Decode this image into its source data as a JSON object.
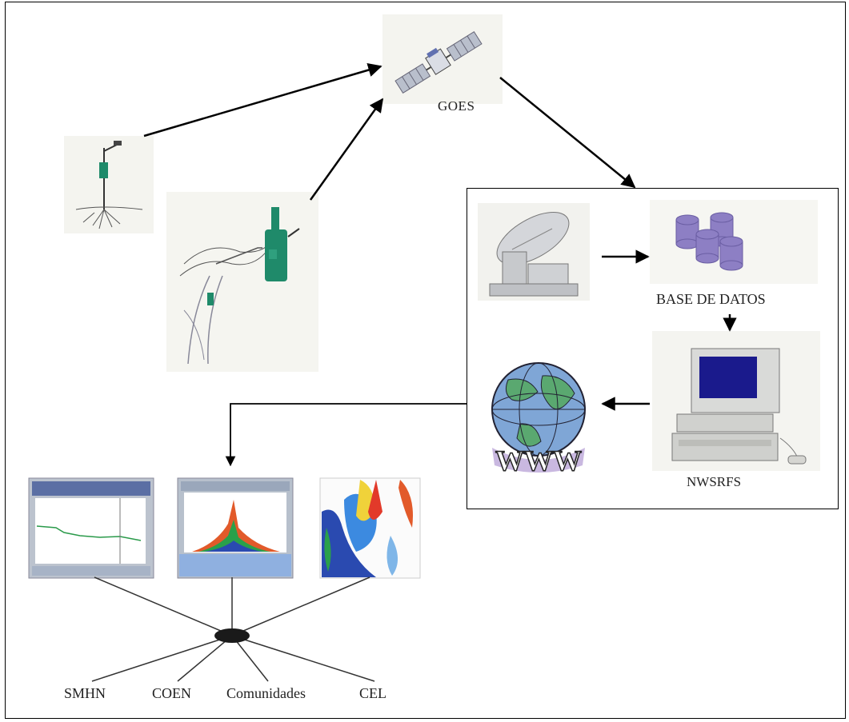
{
  "nodes": {
    "satellite_label": "GOES",
    "database_label": "BASE DE DATOS",
    "model_label": "NWSRFS",
    "www_text": "WWW"
  },
  "users": [
    "SMHN",
    "COEN",
    "Comunidades",
    "CEL"
  ],
  "colors": {
    "station_green": "#1f8a6a",
    "database_purple": "#8d7fc4",
    "globe_green": "#5aa870",
    "globe_blue": "#7fa6d6",
    "screen_navy": "#1a1a8c",
    "panel_blue": "#8fb0e0"
  }
}
